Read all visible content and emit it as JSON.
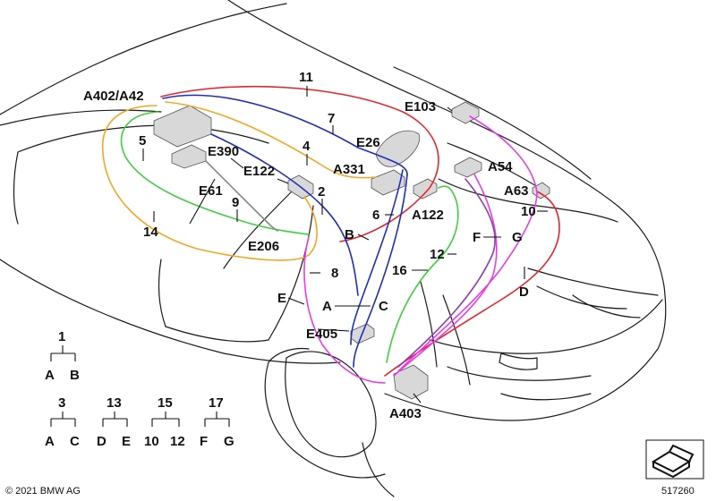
{
  "wire_colors": {
    "red": "#e8242b",
    "blue": "#1f2fb8",
    "orange": "#f5a623",
    "green": "#3fcf3f",
    "magenta": "#e53ee8",
    "purple": "#8b3fb0"
  },
  "labels": {
    "a402_a42": "A402/A42",
    "n11": "11",
    "e103": "E103",
    "n7": "7",
    "n5": "5",
    "e26": "E26",
    "n4": "4",
    "e390": "E390",
    "e122": "E122",
    "a331": "A331",
    "a54": "A54",
    "a63": "A63",
    "e61": "E61",
    "n9": "9",
    "n2": "2",
    "n6": "6",
    "a122": "A122",
    "n10": "10",
    "n14": "14",
    "b": "B",
    "f": "F",
    "g": "G",
    "e206": "E206",
    "n12": "12",
    "n16": "16",
    "n8": "8",
    "d": "D",
    "e": "E",
    "a": "A",
    "c": "C",
    "e405": "E405",
    "a403": "A403"
  },
  "legend": {
    "groups": [
      {
        "parent": "1",
        "left": "A",
        "right": "B"
      },
      {
        "parent": "3",
        "left": "A",
        "right": "C"
      },
      {
        "parent": "13",
        "left": "D",
        "right": "E"
      },
      {
        "parent": "15",
        "left": "10",
        "right": "12"
      },
      {
        "parent": "17",
        "left": "F",
        "right": "G"
      }
    ]
  },
  "footer": {
    "copyright": "© 2021 BMW AG",
    "diagram_number": "517260"
  },
  "icons": {
    "view_indicator": "car-view-indicator-icon"
  }
}
